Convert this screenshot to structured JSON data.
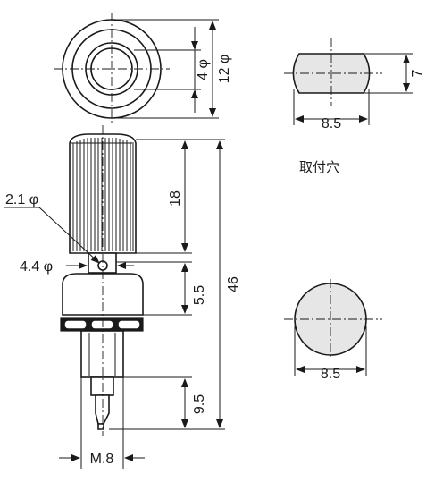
{
  "labels": {
    "outer_dia": "12 φ",
    "inner_dia": "4 φ",
    "hole_flat_height": "7",
    "hole1_width": "8.5",
    "hole2_width": "8.5",
    "mounting_hole": "取付穴",
    "pin_dia": "2.1 φ",
    "collar_dia": "4.4 φ",
    "cap_length": "18",
    "collar_length": "5.5",
    "total_length": "46",
    "thread_length": "9.5",
    "thread": "M.8"
  }
}
